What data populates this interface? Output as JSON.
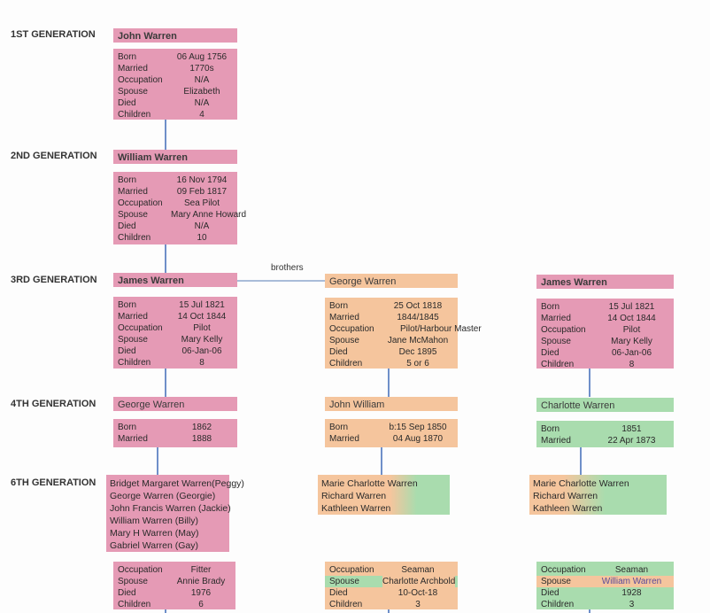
{
  "generations": {
    "g1": "1ST GENERATION",
    "g2": "2ND GENERATION",
    "g3": "3RD GENERATION",
    "g4": "4TH GENERATION",
    "g6": "6TH GENERATION"
  },
  "connector_note": "brothers",
  "g1": {
    "name": "John Warren",
    "rows": [
      {
        "k": "Born",
        "v": "06 Aug 1756"
      },
      {
        "k": "Married",
        "v": "1770s"
      },
      {
        "k": "Occupation",
        "v": "N/A"
      },
      {
        "k": "Spouse",
        "v": "Elizabeth"
      },
      {
        "k": "Died",
        "v": "N/A"
      },
      {
        "k": "Children",
        "v": "4"
      }
    ]
  },
  "g2": {
    "name": "William Warren",
    "rows": [
      {
        "k": "Born",
        "v": "16 Nov 1794"
      },
      {
        "k": "Married",
        "v": "09 Feb 1817"
      },
      {
        "k": "Occupation",
        "v": "Sea Pilot"
      },
      {
        "k": "Spouse",
        "v": "Mary Anne Howard"
      },
      {
        "k": "Died",
        "v": "N/A"
      },
      {
        "k": "Children",
        "v": "10"
      }
    ]
  },
  "g3_left": {
    "name": "James Warren",
    "rows": [
      {
        "k": "Born",
        "v": "15 Jul 1821"
      },
      {
        "k": "Married",
        "v": "14 Oct 1844"
      },
      {
        "k": "Occupation",
        "v": "Pilot"
      },
      {
        "k": "Spouse",
        "v": "Mary Kelly"
      },
      {
        "k": "Died",
        "v": "06-Jan-06"
      },
      {
        "k": "Children",
        "v": "8"
      }
    ]
  },
  "g3_mid": {
    "name": "George Warren",
    "rows": [
      {
        "k": "Born",
        "v": "25 Oct 1818"
      },
      {
        "k": "Married",
        "v": "1844/1845"
      },
      {
        "k": "Occupation",
        "v": "Pilot/Harbour Master"
      },
      {
        "k": "Spouse",
        "v": "Jane McMahon"
      },
      {
        "k": "Died",
        "v": "Dec 1895"
      },
      {
        "k": "Children",
        "v": "5 or 6"
      }
    ]
  },
  "g3_right": {
    "name": "James Warren",
    "rows": [
      {
        "k": "Born",
        "v": "15 Jul 1821"
      },
      {
        "k": "Married",
        "v": "14 Oct 1844"
      },
      {
        "k": "Occupation",
        "v": "Pilot"
      },
      {
        "k": "Spouse",
        "v": "Mary Kelly"
      },
      {
        "k": "Died",
        "v": "06-Jan-06"
      },
      {
        "k": "Children",
        "v": "8"
      }
    ]
  },
  "g4_left": {
    "name": "George Warren",
    "rows": [
      {
        "k": "Born",
        "v": "1862"
      },
      {
        "k": "Married",
        "v": "1888"
      }
    ]
  },
  "g4_mid": {
    "name": "John William",
    "rows": [
      {
        "k": "Born",
        "v": "b:15 Sep 1850"
      },
      {
        "k": "Married",
        "v": "04 Aug 1870"
      }
    ]
  },
  "g4_right": {
    "name": "Charlotte Warren",
    "rows": [
      {
        "k": "Born",
        "v": "1851"
      },
      {
        "k": "Married",
        "v": "22 Apr 1873"
      }
    ]
  },
  "g6_left": [
    "Bridget Margaret Warren(Peggy)",
    "George Warren (Georgie)",
    "John Francis Warren (Jackie)",
    "William Warren (Billy)",
    "Mary H Warren (May)",
    "Gabriel Warren (Gay)"
  ],
  "g6_mid": [
    "Marie Charlotte Warren",
    "Richard Warren",
    "Kathleen Warren"
  ],
  "g6_right": [
    "Marie Charlotte Warren",
    "Richard Warren",
    "Kathleen Warren"
  ],
  "g7_left": [
    {
      "k": "Occupation",
      "v": "Fitter"
    },
    {
      "k": "Spouse",
      "v": "Annie Brady"
    },
    {
      "k": "Died",
      "v": "1976"
    },
    {
      "k": "Children",
      "v": "6"
    }
  ],
  "g7_mid": [
    {
      "k": "Occupation",
      "v": "Seaman"
    },
    {
      "k": "Spouse",
      "v": "Charlotte Archbold"
    },
    {
      "k": "Died",
      "v": "10-Oct-18"
    },
    {
      "k": "Children",
      "v": "3"
    }
  ],
  "g7_right": [
    {
      "k": "Occupation",
      "v": "Seaman"
    },
    {
      "k": "Spouse",
      "v": "William Warren"
    },
    {
      "k": "Died",
      "v": "1928"
    },
    {
      "k": "Children",
      "v": "3"
    }
  ],
  "colors": {
    "pink": "#e59ab5",
    "orange": "#f5c59d",
    "green": "#a9dcae",
    "connector": "#6f8fc9"
  }
}
